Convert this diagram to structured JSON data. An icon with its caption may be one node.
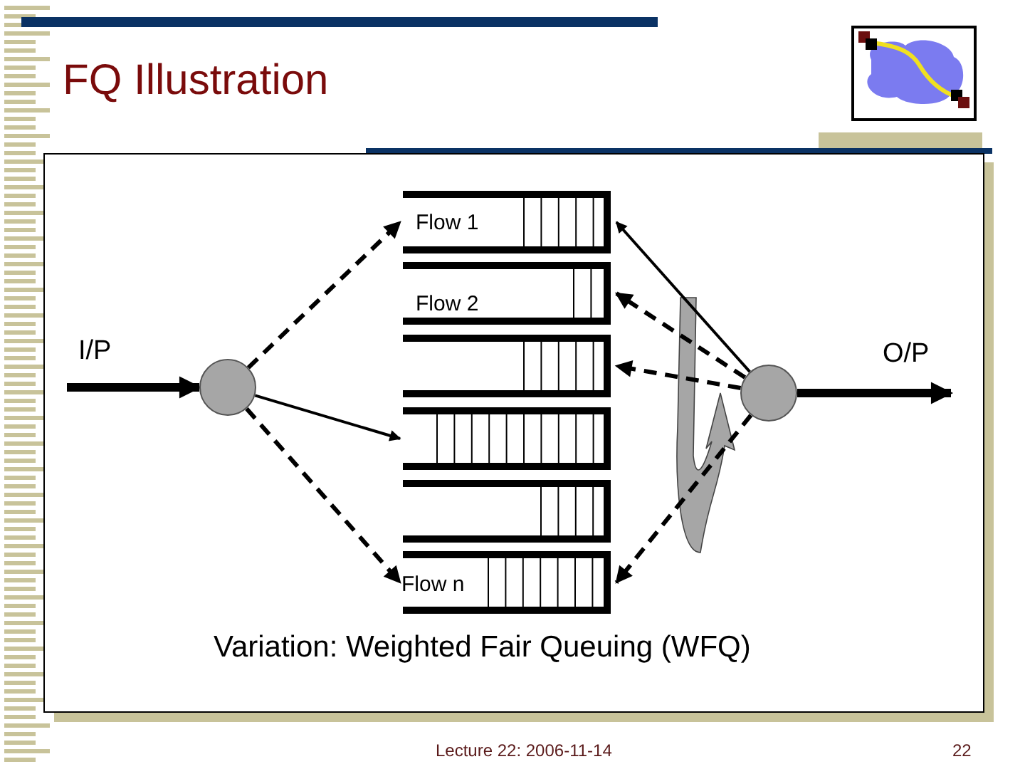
{
  "diagram": {
    "title": "FQ Illustration",
    "caption": "Variation: Weighted Fair Queuing (WFQ)",
    "nodes": [
      {
        "text": [],
        "shape": "circle"
      },
      {
        "text": [
          "Flow 1"
        ]
      },
      {
        "text": [
          "Flow 2"
        ]
      },
      {
        "text": [],
        "shape": "box"
      },
      {
        "text": [],
        "shape": "box"
      },
      {
        "text": [],
        "shape": "box"
      },
      {
        "text": [
          "Flow n"
        ]
      },
      {
        "text": [],
        "shape": "circle"
      }
    ],
    "edges": [
      {
        "from": null,
        "to": 0,
        "arrow": "to",
        "style": "thick"
      },
      {
        "from": 0,
        "to": 1,
        "arrow": "to",
        "style": "dashed"
      },
      {
        "from": 0,
        "to": 4,
        "arrow": "to"
      },
      {
        "from": 0,
        "to": 6,
        "arrow": "to",
        "style": "dashed"
      },
      {
        "from": 7,
        "to": 1,
        "arrow": "to"
      },
      {
        "from": 7,
        "to": 2,
        "arrow": "to",
        "style": "dashed"
      },
      {
        "from": 7,
        "to": 3,
        "arrow": "to",
        "style": "dashed"
      },
      {
        "from": 7,
        "to": 6,
        "arrow": "to",
        "style": "dashed"
      },
      {
        "from": 7,
        "to": null,
        "arrow": "to",
        "style": "thick"
      }
    ],
    "labels": [
      "I/P",
      "O/P",
      "Lecture 22: 2006-11-14",
      "22"
    ]
  }
}
